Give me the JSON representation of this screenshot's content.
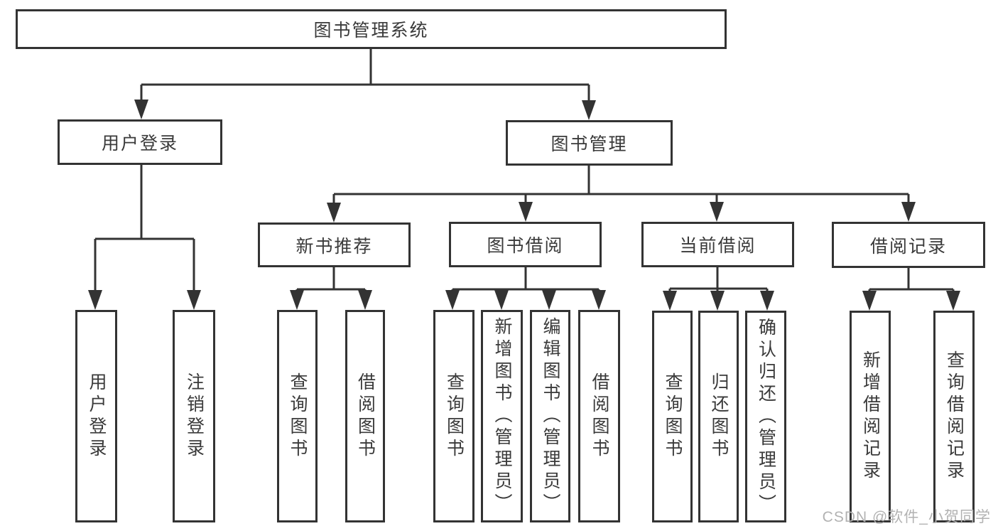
{
  "tree": {
    "root": {
      "label": "图书管理系统"
    },
    "branches": [
      {
        "label": "用户登录",
        "children": [
          {
            "label": "用户登录"
          },
          {
            "label": "注销登录"
          }
        ]
      },
      {
        "label": "图书管理",
        "children": [
          {
            "label": "新书推荐",
            "children": [
              {
                "label": "查询图书"
              },
              {
                "label": "借阅图书"
              }
            ]
          },
          {
            "label": "图书借阅",
            "children": [
              {
                "label": "查询图书"
              },
              {
                "label": "新增图书（管理员）"
              },
              {
                "label": "编辑图书（管理员）"
              },
              {
                "label": "借阅图书"
              }
            ]
          },
          {
            "label": "当前借阅",
            "children": [
              {
                "label": "查询图书"
              },
              {
                "label": "归还图书"
              },
              {
                "label": "确认归还（管理员）"
              }
            ]
          },
          {
            "label": "借阅记录",
            "children": [
              {
                "label": "新增借阅记录"
              },
              {
                "label": "查询借阅记录"
              }
            ]
          }
        ]
      }
    ]
  },
  "colors": {
    "line": "#333333",
    "text": "#3a3a3a",
    "watermark": "#b2b2b2"
  },
  "watermark": "CSDN @软件_小贺同学"
}
